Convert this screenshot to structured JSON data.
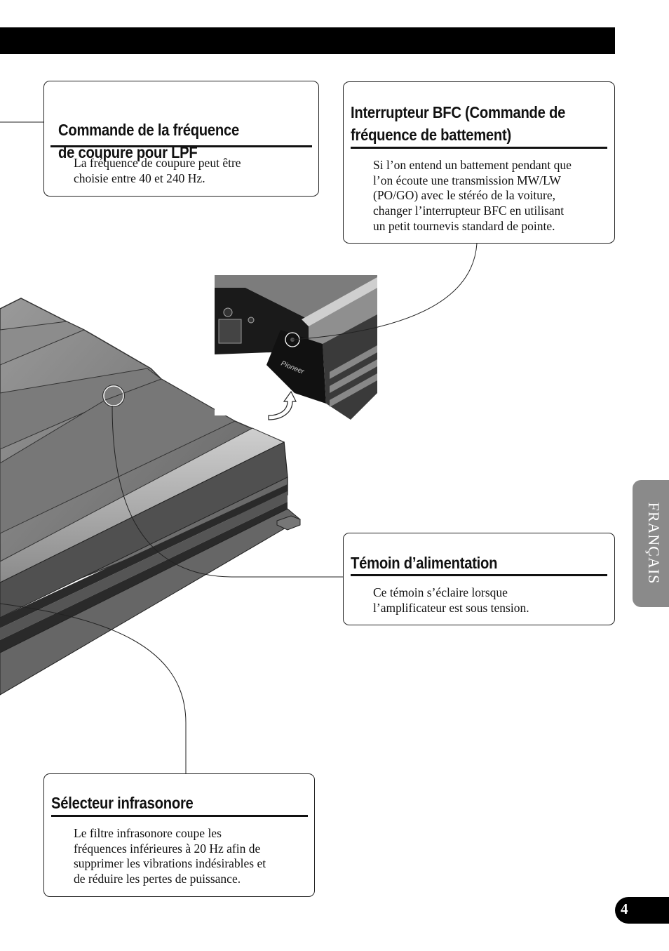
{
  "boxes": {
    "lpf": {
      "title_line1": "Commande de la fréquence",
      "title_line2": "de coupure pour LPF",
      "text_line1": "La fréquence de coupure peut être",
      "text_line2": "choisie entre 40 et 240 Hz."
    },
    "bfc": {
      "title_line1": "Interrupteur BFC (Commande de",
      "title_line2": "fréquence de battement)",
      "text_line1": "Si l’on entend un battement pendant que",
      "text_line2": "l’on écoute une transmission MW/LW",
      "text_line3": "(PO/GO) avec le stéréo de la voiture,",
      "text_line4": "changer l’interrupteur BFC en utilisant",
      "text_line5": "un petit tournevis standard de pointe."
    },
    "temoin": {
      "title": "Témoin d’alimentation",
      "text_line1": "Ce témoin s’éclaire lorsque",
      "text_line2": "l’amplificateur est sous tension."
    },
    "infra": {
      "title": "Sélecteur infrasonore",
      "text_line1": "Le filtre infrasonore coupe les",
      "text_line2": "fréquences inférieures à 20 Hz afin de",
      "text_line3": "supprimer les vibrations indésirables et",
      "text_line4": "de réduire les pertes de puissance."
    }
  },
  "side_tab": "FRANÇAIS",
  "page_number": "4",
  "brand_logo": "Pioneer",
  "colors": {
    "bar": "#000000",
    "tab": "#8a8a8a",
    "amp_body": "#6f6f6f"
  }
}
